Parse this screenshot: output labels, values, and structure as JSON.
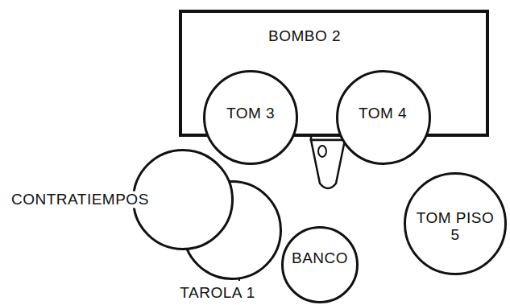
{
  "diagram": {
    "nodes": [
      {
        "text": [
          "BOMBO 2"
        ]
      },
      {
        "text": [
          "TOM 3"
        ]
      },
      {
        "text": [
          "TOM 4"
        ]
      },
      {
        "text": [
          "CONTRATIEMPOS"
        ]
      },
      {
        "text": [
          "TAROLA 1"
        ]
      },
      {
        "text": [
          "BANCO"
        ]
      },
      {
        "text": [
          "TOM PISO 5"
        ]
      }
    ]
  }
}
